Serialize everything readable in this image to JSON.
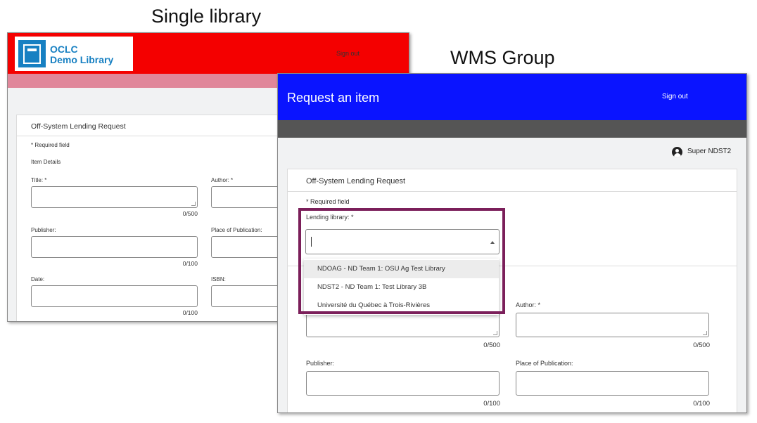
{
  "captions": {
    "single": "Single library",
    "group": "WMS Group"
  },
  "single_window": {
    "logo": {
      "line1": "OCLC",
      "line2": "Demo Library",
      "icon": "book-icon"
    },
    "sign_out": "Sign out",
    "form": {
      "title": "Off-System Lending Request",
      "required_note": "* Required field",
      "section": "Item Details",
      "fields": {
        "title": {
          "label": "Title: *",
          "count": "0/500"
        },
        "author": {
          "label": "Author: *"
        },
        "publisher": {
          "label": "Publisher:",
          "count": "0/100"
        },
        "place": {
          "label": "Place of Publication:"
        },
        "date": {
          "label": "Date:",
          "count": "0/100"
        },
        "isbn": {
          "label": "ISBN:"
        }
      }
    },
    "colors": {
      "header": "#f40000",
      "band": "#e0879a",
      "logo_blue": "#1780c2"
    }
  },
  "group_window": {
    "header_title": "Request an item",
    "sign_out": "Sign out",
    "user": {
      "name": "Super NDST2",
      "icon": "user-account-icon"
    },
    "form": {
      "title": "Off-System Lending Request",
      "required_note": "* Required field",
      "lending_library": {
        "label": "Lending library: *",
        "value": "",
        "options": [
          "NDOAG - ND Team 1: OSU Ag Test Library",
          "NDST2 - ND Team 1: Test Library 3B",
          "Université du Québec à Trois-Rivières"
        ]
      },
      "fields": {
        "title": {
          "count": "0/500"
        },
        "author": {
          "label": "Author: *",
          "count": "0/500"
        },
        "publisher": {
          "label": "Publisher:",
          "count": "0/100"
        },
        "place": {
          "label": "Place of Publication:",
          "count": "0/100"
        }
      }
    },
    "colors": {
      "header": "#0a14ff",
      "subbar": "#555555",
      "highlight": "#7b1f5a"
    }
  }
}
